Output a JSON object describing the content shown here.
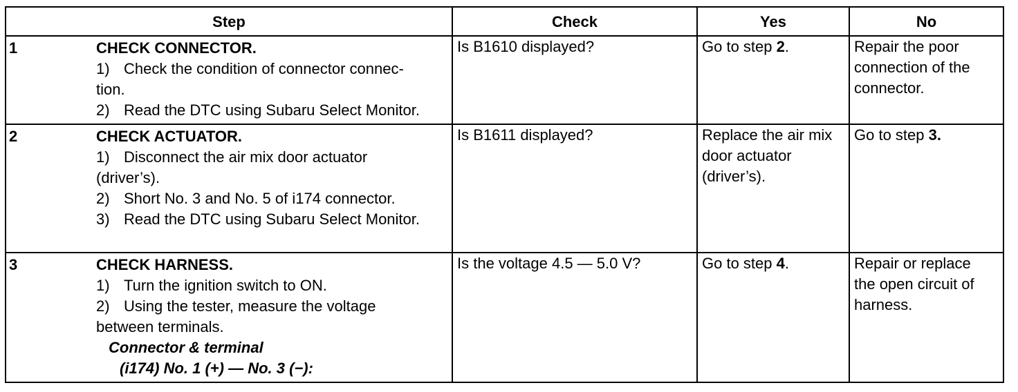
{
  "headers": {
    "step": "Step",
    "check": "Check",
    "yes": "Yes",
    "no": "No"
  },
  "rows": [
    {
      "num": "1",
      "title": "CHECK CONNECTOR.",
      "instructions": [
        {
          "index": "1)",
          "text": "Check the condition of connector connec-",
          "continuation": "tion."
        },
        {
          "index": "2)",
          "text": "Read the DTC using Subaru Select Monitor."
        }
      ],
      "check": "Is B1610 displayed?",
      "yes_prefix": "Go to step ",
      "yes_step": "2",
      "yes_suffix": ".",
      "no": [
        "Repair the poor",
        "connection of the",
        "connector."
      ]
    },
    {
      "num": "2",
      "title": "CHECK ACTUATOR.",
      "instructions": [
        {
          "index": "1)",
          "text": "Disconnect the air mix door actuator",
          "continuation": "(driver’s)."
        },
        {
          "index": "2)",
          "text": "Short No. 3 and No. 5 of i174 connector."
        },
        {
          "index": "3)",
          "text": "Read the DTC using Subaru Select Monitor."
        }
      ],
      "check": "Is B1611 displayed?",
      "yes_lines": [
        "Replace the air mix",
        "door actuator",
        "(driver’s)."
      ],
      "no_prefix": "Go to step ",
      "no_step": "3",
      "no_suffix": "."
    },
    {
      "num": "3",
      "title": "CHECK HARNESS.",
      "instructions": [
        {
          "index": "1)",
          "text": "Turn the ignition switch to ON."
        },
        {
          "index": "2)",
          "text": "Using the tester, measure the voltage",
          "continuation": "between terminals."
        }
      ],
      "spec_title": "Connector & terminal",
      "spec_line": "(i174) No. 1 (+) — No. 3 (−):",
      "check": "Is the voltage 4.5 — 5.0 V?",
      "yes_prefix": "Go to step ",
      "yes_step": "4",
      "yes_suffix": ".",
      "no": [
        "Repair or replace",
        "the open circuit of",
        "harness."
      ]
    }
  ]
}
